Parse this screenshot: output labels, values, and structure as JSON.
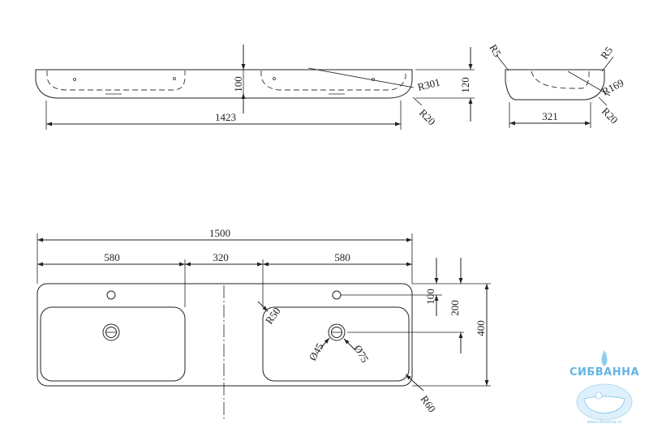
{
  "drawing": {
    "side_view": {
      "length_label": "1423",
      "depth_label": "100",
      "height_label": "120",
      "radius_large": "R301",
      "radius_edge": "R20"
    },
    "end_view": {
      "width_label": "321",
      "radius_top_left": "R5",
      "radius_top_right": "R5",
      "radius_curve": "R169",
      "radius_edge": "R20"
    },
    "plan_view": {
      "overall_length": "1500",
      "left_basin_width": "580",
      "center_gap": "320",
      "right_basin_width": "580",
      "tap_offset": "100",
      "drain_offset": "200",
      "overall_depth": "400",
      "corner_radius_inner": "R50",
      "corner_radius_outer": "R60",
      "drain_diameter": "Ø45",
      "overflow_diameter": "Ø75"
    }
  },
  "watermark": {
    "brand": "СИБВАННА",
    "url": "www.sibvanna.ru",
    "color": "#4aa8e0"
  }
}
